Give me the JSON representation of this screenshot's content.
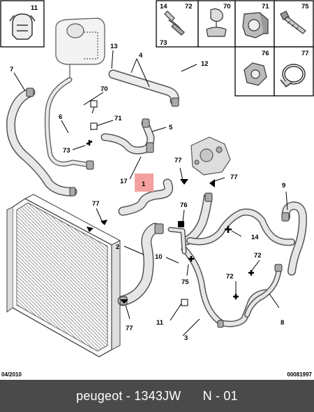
{
  "callouts": {
    "c1": "1",
    "c2": "2",
    "c3": "3",
    "c4": "4",
    "c5": "5",
    "c6": "6",
    "c7": "7",
    "c8": "8",
    "c9": "9",
    "c10": "10",
    "c11": "11",
    "c12": "12",
    "c13": "13",
    "c14": "14",
    "c17": "17",
    "c70": "70",
    "c71": "71",
    "c72": "72",
    "c73": "73",
    "c75": "75",
    "c76": "76",
    "c77": "77"
  },
  "inset_boxes": {
    "b11": "11",
    "b14": "14",
    "b72": "72",
    "b73": "73",
    "b70": "70",
    "b71": "71",
    "b75": "75",
    "b76": "76",
    "b77": "77"
  },
  "footer": {
    "date": "04/2010",
    "ref": "00081997",
    "caption": "peugeot - 1343JW      N - 01"
  },
  "colors": {
    "highlight": "#f4a0a0",
    "caption_bg": "#4a4a4a"
  }
}
